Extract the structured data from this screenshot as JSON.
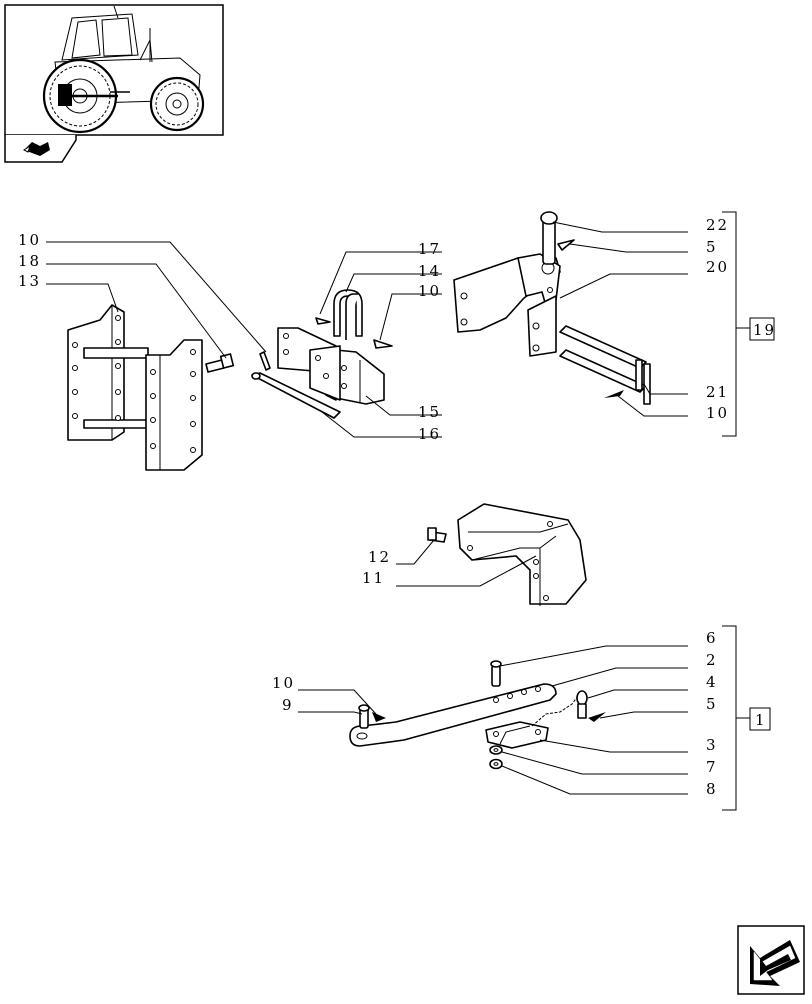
{
  "thumbnail": {
    "icon": "tractor-thumbnail-icon"
  },
  "nav": {
    "icon": "hitch-book-icon",
    "next_icon": "next-page-arrow-icon"
  },
  "group_boxes": {
    "top": "19",
    "bottom": "1"
  },
  "callouts": {
    "c10a": "10",
    "c18": "18",
    "c13": "13",
    "c17": "17",
    "c14": "14",
    "c10b": "10",
    "c15": "15",
    "c16": "16",
    "c22": "22",
    "c5a": "5",
    "c20": "20",
    "c21": "21",
    "c10c": "10",
    "c12": "12",
    "c11": "11",
    "c6": "6",
    "c2": "2",
    "c4": "4",
    "c5b": "5",
    "c3": "3",
    "c7": "7",
    "c8": "8",
    "c10d": "10",
    "c9": "9"
  }
}
